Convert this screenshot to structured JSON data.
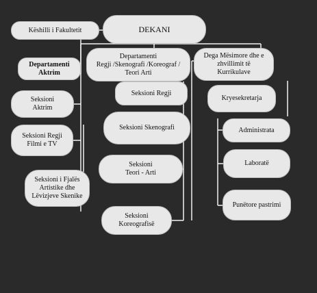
{
  "background_color": "#2a2a2a",
  "node_color": "#e8e8e8",
  "line_color": "#f2f2f2",
  "nodes": {
    "dekani": "DEKANI",
    "keshilli": "Këshilli i Fakultetit",
    "dep_aktrim": "Departamenti\nAktrim",
    "dep_regji": "Departamenti\nRegji /Skenografi /Koreograf /\nTeori Arti",
    "dega": "Dega  Mësimore dhe e\nzhvillimit të\nKurrikulave",
    "sek_aktrim": "Seksioni\nAktrim",
    "sek_regji_film": "Seksioni Regji\nFilmi e TV",
    "sek_fjales": "Seksioni i Fjalës\nArtistike dhe\nLëvizjeve Skenike",
    "sek_regji": "Seksioni Regji",
    "sek_skenografi": "Seksioni Skenografi",
    "sek_teori": "Seksioni\nTeori - Arti",
    "sek_koreografi": "Seksioni\nKoreografisë",
    "kryesekretarja": "Kryesekretarja",
    "administrata": "Administrata",
    "laborate": "Laboratë",
    "punetore": "Punëtore pastrimi"
  }
}
